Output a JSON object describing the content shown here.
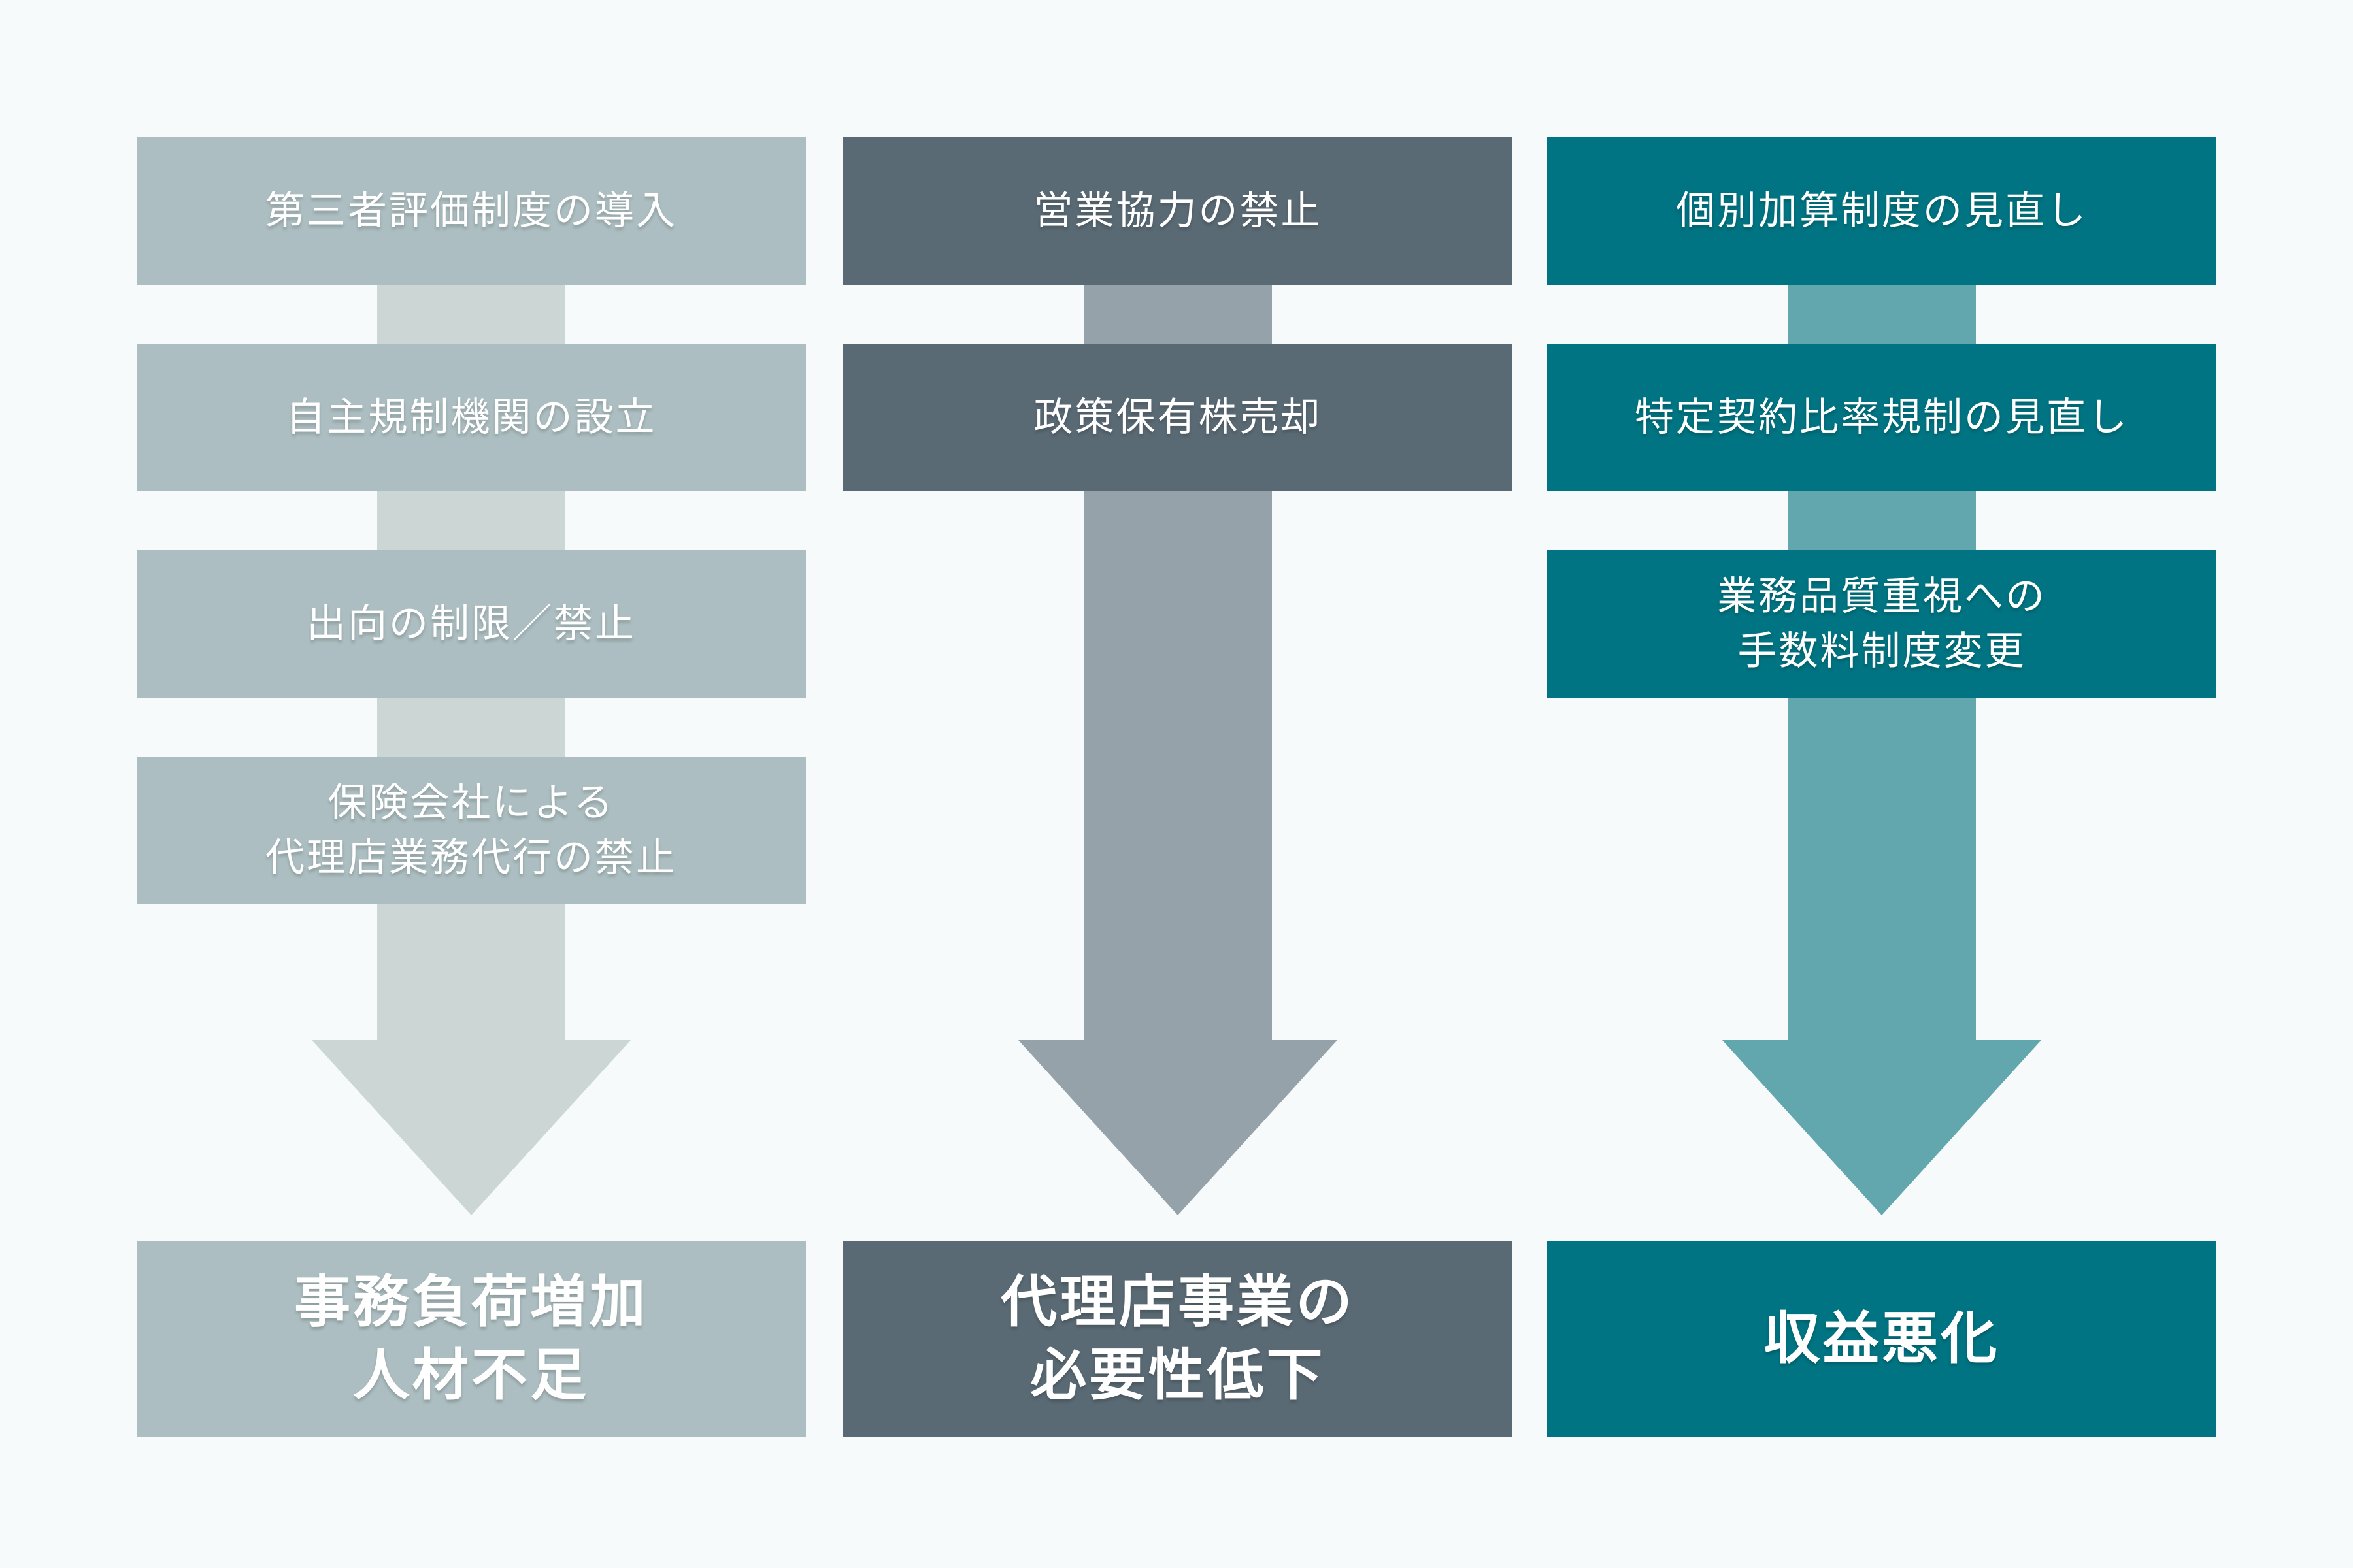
{
  "diagram": {
    "background_color": "#f6fafb",
    "text_color": "#ffffff",
    "columns": [
      {
        "id": "left",
        "box_color": "#acbec1",
        "arrow_color": "#ccd7d5",
        "causes": [
          "第三者評価制度の導入",
          "自主規制機関の設立",
          "出向の制限／禁止",
          "保険会社による\n代理店業務代行の禁止"
        ],
        "outcome": "事務負荷増加\n人材不足"
      },
      {
        "id": "middle",
        "box_color": "#5a6a74",
        "arrow_color": "#96a2a9",
        "causes": [
          "営業協力の禁止",
          "政策保有株売却"
        ],
        "outcome": "代理店事業の\n必要性低下"
      },
      {
        "id": "right",
        "box_color": "#007482",
        "arrow_color": "#62a7ae",
        "causes": [
          "個別加算制度の見直し",
          "特定契約比率規制の見直し",
          "業務品質重視への\n手数料制度変更"
        ],
        "outcome": "収益悪化"
      }
    ]
  }
}
